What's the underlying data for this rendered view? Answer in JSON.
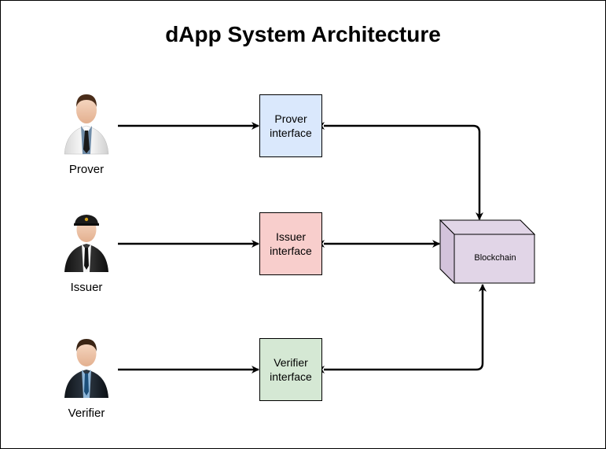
{
  "title": "dApp System Architecture",
  "actors": [
    {
      "label": "Prover",
      "suit": "white"
    },
    {
      "label": "Issuer",
      "suit": "dark-cap"
    },
    {
      "label": "Verifier",
      "suit": "dark"
    }
  ],
  "interfaces": [
    {
      "label": "Prover interface",
      "fill": "#dae8fc"
    },
    {
      "label": "Issuer interface",
      "fill": "#f8cecc"
    },
    {
      "label": "Verifier interface",
      "fill": "#d5e8d4"
    }
  ],
  "blockchain": {
    "label": "Blockchain",
    "fill": "#e1d5e7"
  },
  "icons": [
    "person-icon",
    "arrow-icon",
    "cube-icon"
  ]
}
